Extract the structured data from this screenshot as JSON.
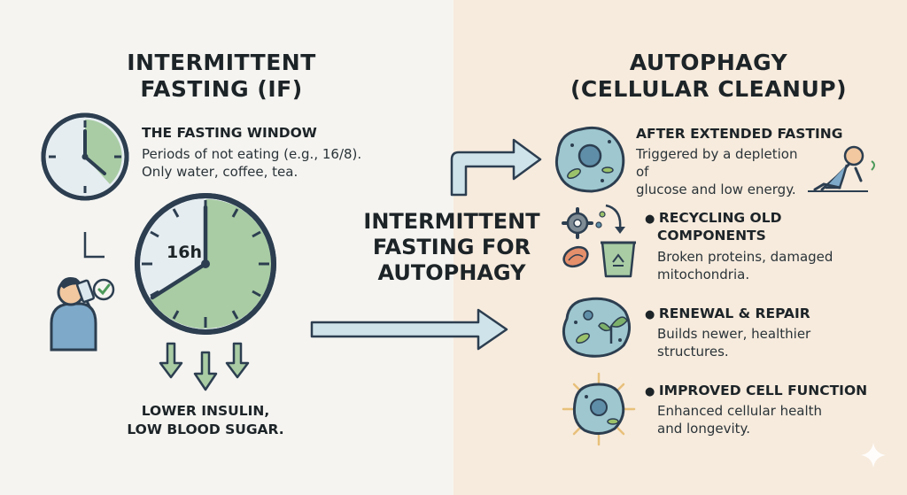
{
  "left": {
    "title_line1": "INTERMITTENT",
    "title_line2": "FASTING (IF)",
    "window_heading": "THE FASTING WINDOW",
    "window_text1": "Periods of not eating (e.g., 16/8).",
    "window_text2": "Only water, coffee, tea.",
    "clock_label": "16h",
    "result_line1": "LOWER INSULIN,",
    "result_line2": "LOW BLOOD SUGAR."
  },
  "center": {
    "line1": "INTERMITTENT",
    "line2": "FASTING FOR",
    "line3": "AUTOPHAGY"
  },
  "right": {
    "title_line1": "AUTOPHAGY",
    "title_line2": "(CELLULAR CLEANUP)",
    "items": [
      {
        "heading": "AFTER EXTENDED FASTING",
        "text1": "Triggered by a depletion of",
        "text2": "glucose and low energy."
      },
      {
        "heading1": "RECYCLING OLD",
        "heading2": "COMPONENTS",
        "text1": "Broken proteins, damaged",
        "text2": "mitochondria."
      },
      {
        "heading": "RENEWAL & REPAIR",
        "text1": "Builds newer, healthier",
        "text2": "structures."
      },
      {
        "heading": "IMPROVED CELL FUNCTION",
        "text1": "Enhanced cellular health",
        "text2": "and longevity."
      }
    ]
  },
  "colors": {
    "accent_green": "#a9cca4",
    "arrow_blue": "#cfe3ea",
    "outline": "#2c3e50",
    "clock_face": "#e6edf1",
    "cell_fill": "#9ec7cf"
  }
}
